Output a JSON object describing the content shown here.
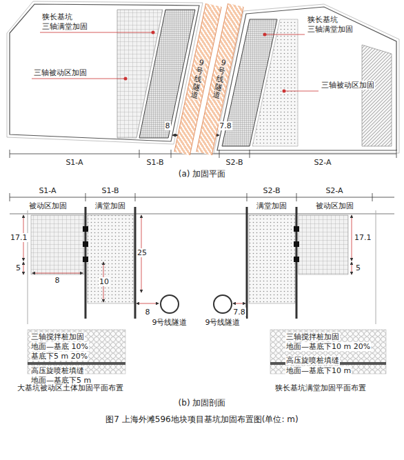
{
  "diagram": {
    "caption": "图7 上海外滩596地块项目基坑加固布置图(单位: m)",
    "nodes": [
      {
        "text": [
          "9号线隧道"
        ]
      },
      {
        "text": [
          "9号线隧道"
        ]
      },
      {
        "text": [
          "9号线隧道"
        ]
      },
      {
        "text": [
          "9号线隧道"
        ]
      }
    ],
    "labels": [
      "狭长基坑",
      "三轴满堂加固",
      "三轴被动区加固",
      "8",
      "7.8",
      "狭长基坑",
      "三轴满堂加固",
      "三轴被动区加固",
      "S1-A",
      "S1-B",
      "S2-B",
      "S2-A",
      "(a) 加固平面",
      "S1-A",
      "S1-B",
      "S2-B",
      "S2-A",
      "被动区加固",
      "满堂加固",
      "满堂加固",
      "被动区加固",
      "17.1",
      "5",
      "8",
      "10",
      "25",
      "8",
      "7.8",
      "17.1",
      "5",
      "三轴搅拌桩加固",
      "地面—基底 10%",
      "基底下5 m 20%",
      "高压旋喷桩填缝",
      "地面—基底下5 m",
      "大基坑被动区土体加固平面布置",
      "三轴搅拌桩加固",
      "地面—基底下10 m 20%",
      "高压旋喷桩填缝",
      "地面—基底下10 m",
      "狭长基坑满堂加固平面布置",
      "(b) 加固剖面"
    ]
  }
}
